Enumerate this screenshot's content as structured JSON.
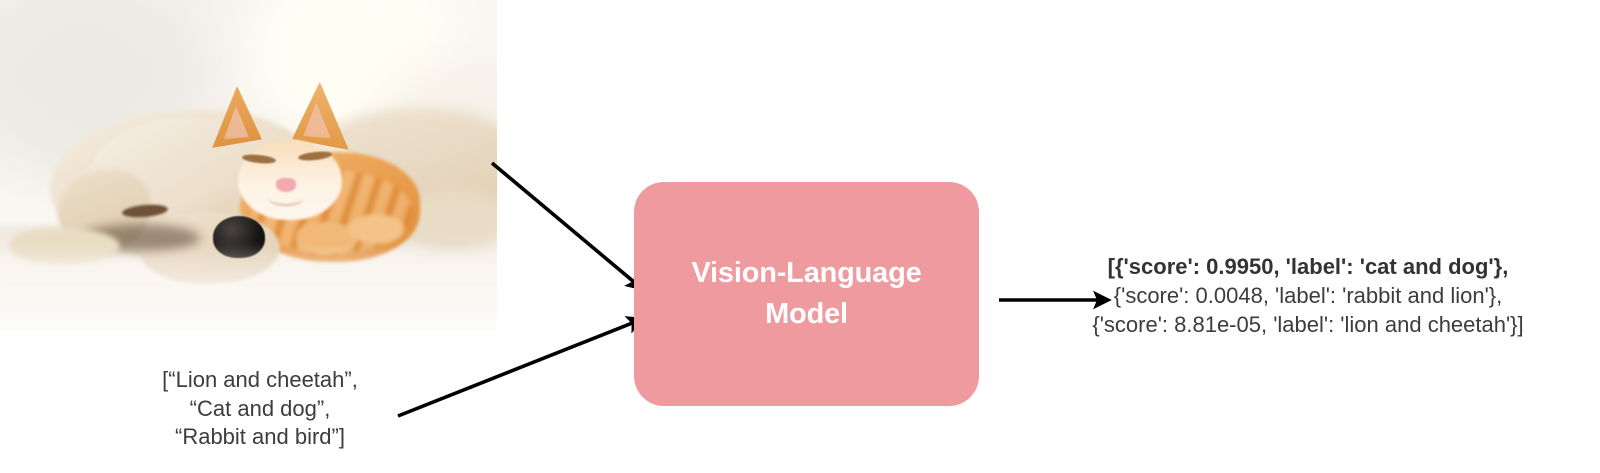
{
  "diagram": {
    "title": "Vision-Language Model zero-shot classification pipeline",
    "accent_color": "#ee9a9f",
    "text_color": "#3c3c3c",
    "arrow_color": "#000000"
  },
  "input_image": {
    "alt": "Photo of a sleeping golden puppy and an orange tabby kitten cuddling on a white blanket",
    "subjects": [
      "puppy",
      "kitten"
    ]
  },
  "prompt": {
    "lines": [
      "[“Lion and cheetah”,",
      "“Cat and dog”,",
      "“Rabbit and bird”]"
    ],
    "text": "[“Lion and cheetah”,\n“Cat and dog”,\n“Rabbit and bird”]",
    "candidate_labels": [
      "Lion and cheetah",
      "Cat and dog",
      "Rabbit and bird"
    ]
  },
  "model": {
    "name_line1": "Vision-Language",
    "name_line2": "Model",
    "name": "Vision-Language Model"
  },
  "output": {
    "line1": "[{'score': 0.9950, 'label': 'cat and dog'},",
    "line2": "{'score': 0.0048, 'label': 'rabbit and lion'},",
    "line3": "{'score': 8.81e-05, 'label': 'lion and cheetah'}]",
    "predictions": [
      {
        "score": "0.9950",
        "label": "cat and dog"
      },
      {
        "score": "0.0048",
        "label": "rabbit and lion"
      },
      {
        "score": "8.81e-05",
        "label": "lion and cheetah"
      }
    ]
  },
  "arrows": {
    "image_to_model": "arrow-image-to-model",
    "prompt_to_model": "arrow-prompt-to-model",
    "model_to_output": "arrow-model-to-output"
  }
}
